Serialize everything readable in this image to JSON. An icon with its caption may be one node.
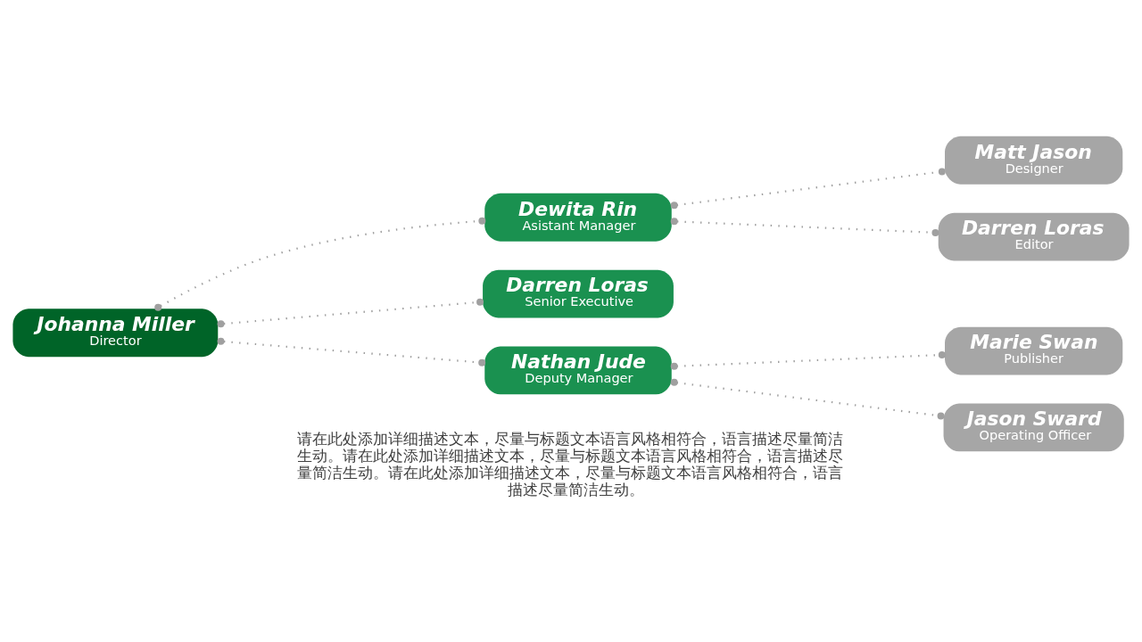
{
  "diagram": {
    "nodes": [
      {
        "text": [
          "Johanna Miller",
          "Director"
        ]
      },
      {
        "text": [
          "Dewita Rin",
          "Asistant Manager"
        ]
      },
      {
        "text": [
          "Darren Loras",
          "Senior Executive"
        ]
      },
      {
        "text": [
          "Nathan Jude",
          "Deputy Manager"
        ]
      },
      {
        "text": [
          "Matt Jason",
          "Designer"
        ]
      },
      {
        "text": [
          "Darren Loras",
          "Editor"
        ]
      },
      {
        "text": [
          "Marie Swan",
          "Publisher"
        ]
      },
      {
        "text": [
          "Jason Sward",
          "Operating Officer"
        ]
      }
    ],
    "edges": [
      {
        "from": 0,
        "to": 1,
        "arrow": "other",
        "style": "dashed"
      },
      {
        "from": 0,
        "to": 2,
        "arrow": "other",
        "style": "dashed"
      },
      {
        "from": 0,
        "to": 3,
        "arrow": "other",
        "style": "dashed"
      },
      {
        "from": 1,
        "to": 4,
        "arrow": "other",
        "style": "dashed"
      },
      {
        "from": 1,
        "to": 5,
        "arrow": "other",
        "style": "dashed"
      },
      {
        "from": 3,
        "to": 6,
        "arrow": "other",
        "style": "dashed"
      },
      {
        "from": 3,
        "to": 7,
        "arrow": "other",
        "style": "dashed"
      }
    ],
    "labels": [
      "请在此处添加详细描述文本，尽量与标题文本语言风格相符合，语言描述尽量简洁生动。请在此处添加详细描述文本，尽量与标题文本语言风格相符合，语言描述尽量简洁生动。请在此处添加详细描述文本，尽量与标题文本语言风格相符合，语言描述尽量简洁生动。"
    ]
  }
}
